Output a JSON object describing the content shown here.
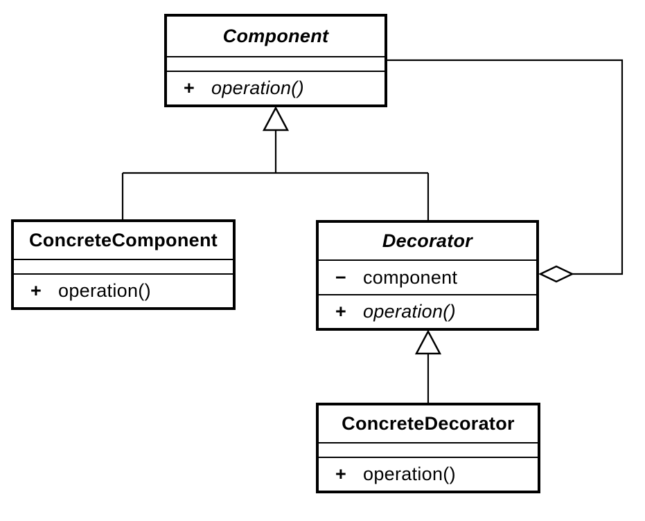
{
  "diagram": {
    "kind": "UML class diagram",
    "pattern_name": "Decorator",
    "colors": {
      "stroke": "#000000",
      "background": "#ffffff"
    },
    "classes": {
      "component": {
        "name": "Component",
        "stereotype": "abstract",
        "attributes": [],
        "operations": [
          {
            "visibility": "+",
            "signature": "operation()",
            "abstract": true
          }
        ]
      },
      "concrete_component": {
        "name": "ConcreteComponent",
        "attributes": [],
        "operations": [
          {
            "visibility": "+",
            "signature": "operation()",
            "abstract": false
          }
        ]
      },
      "decorator": {
        "name": "Decorator",
        "stereotype": "abstract",
        "attributes": [
          {
            "visibility": "−",
            "name": "component"
          }
        ],
        "operations": [
          {
            "visibility": "+",
            "signature": "operation()",
            "abstract": true
          }
        ]
      },
      "concrete_decorator": {
        "name": "ConcreteDecorator",
        "attributes": [],
        "operations": [
          {
            "visibility": "+",
            "signature": "operation()",
            "abstract": false
          }
        ]
      }
    },
    "relationships": [
      {
        "type": "generalization",
        "from": "ConcreteComponent",
        "to": "Component"
      },
      {
        "type": "generalization",
        "from": "Decorator",
        "to": "Component"
      },
      {
        "type": "generalization",
        "from": "ConcreteDecorator",
        "to": "Decorator"
      },
      {
        "type": "aggregation",
        "whole": "Decorator",
        "part": "Component",
        "via": "component"
      }
    ]
  }
}
